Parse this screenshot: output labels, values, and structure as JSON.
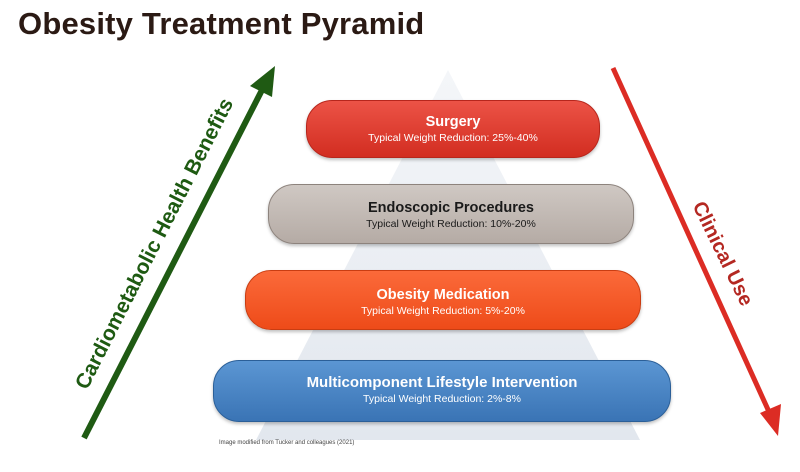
{
  "title": "Obesity Treatment Pyramid",
  "tiers": [
    {
      "name": "Surgery",
      "detail": "Typical Weight Reduction: 25%-40%",
      "color": "#dd3a2e"
    },
    {
      "name": "Endoscopic Procedures",
      "detail": "Typical Weight Reduction: 10%-20%",
      "color": "#c2b9b4"
    },
    {
      "name": "Obesity Medication",
      "detail": "Typical Weight Reduction: 5%-20%",
      "color": "#f5582a"
    },
    {
      "name": "Multicomponent Lifestyle Intervention",
      "detail": "Typical Weight Reduction: 2%-8%",
      "color": "#4a85c5"
    }
  ],
  "left_axis": {
    "label": "Cardiometabolic Health Benefits",
    "direction": "up",
    "color": "#1f5a13"
  },
  "right_axis": {
    "label": "Clinical Use",
    "direction": "down",
    "color": "#dc2c24"
  },
  "credit": "Image modified from Tucker and colleagues (2021)"
}
